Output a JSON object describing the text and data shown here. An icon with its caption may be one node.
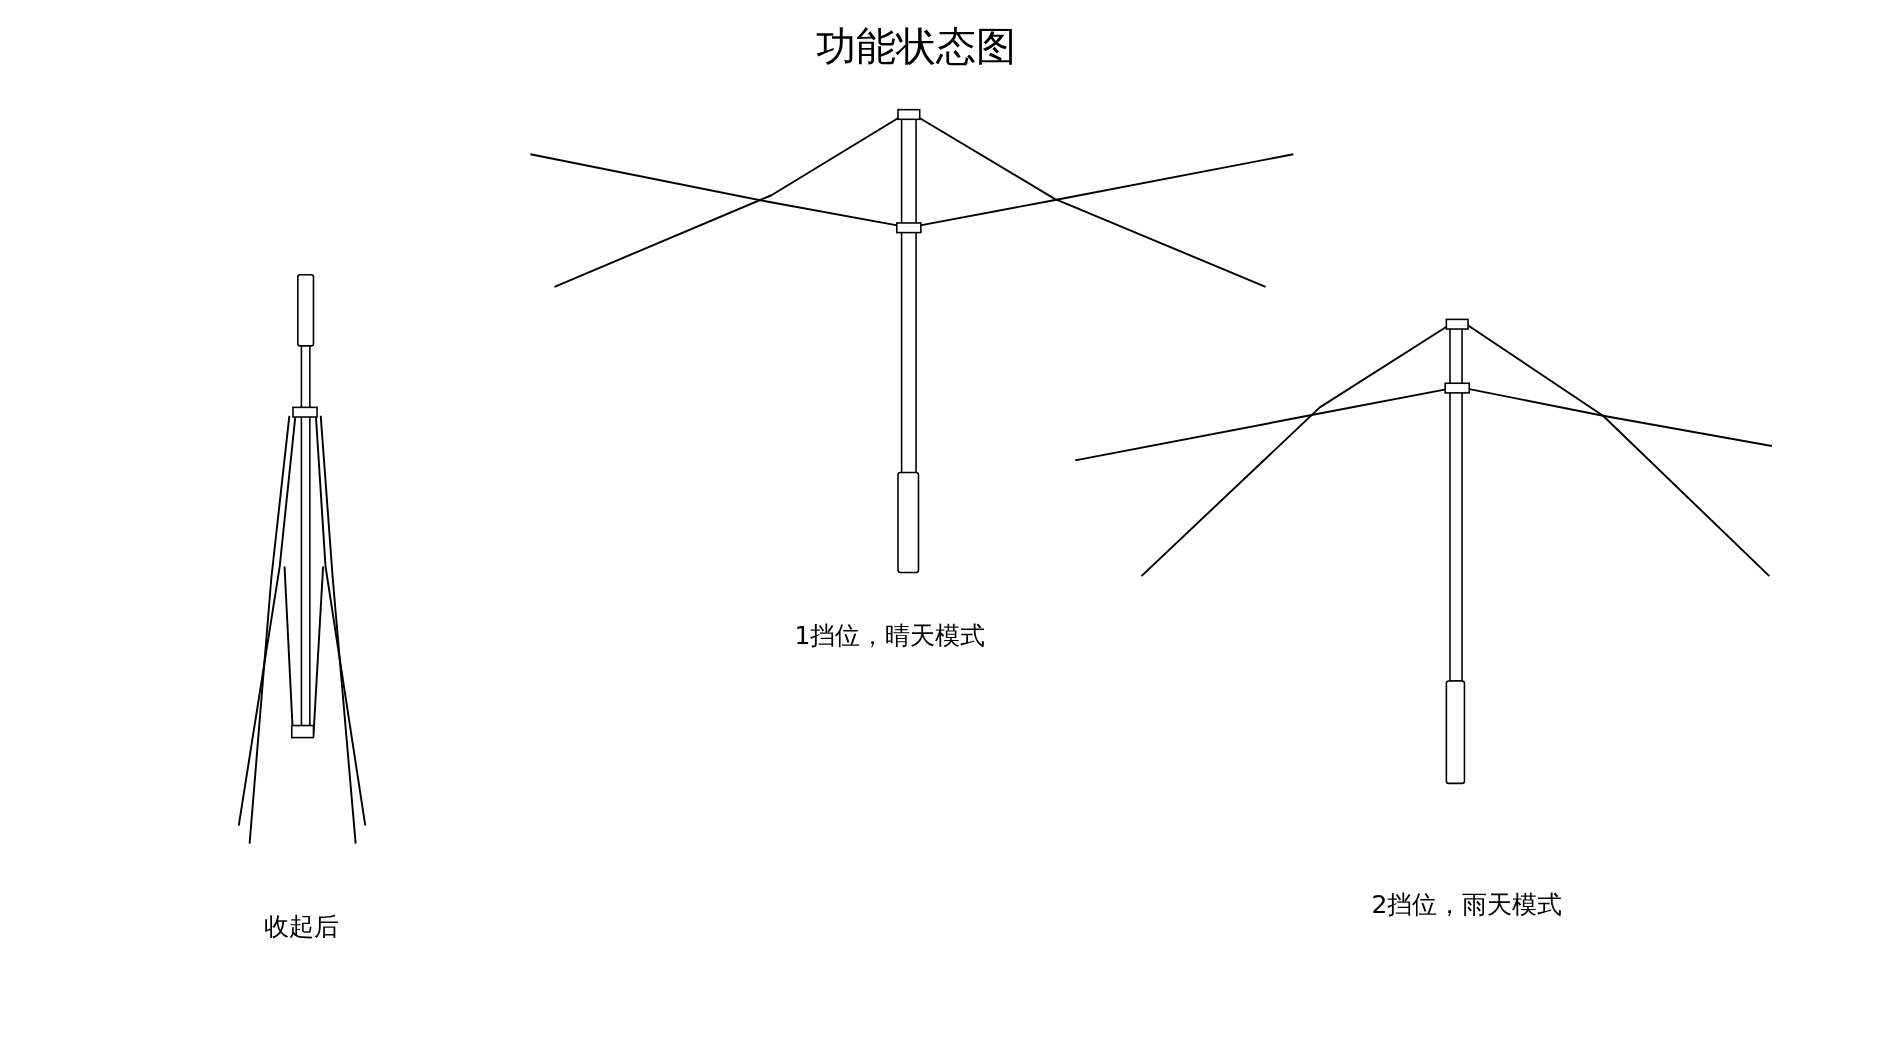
{
  "diagram": {
    "title": "功能状态图",
    "labels": [
      "收起后",
      "1挡位，晴天模式",
      "2挡位，雨天模式"
    ]
  }
}
